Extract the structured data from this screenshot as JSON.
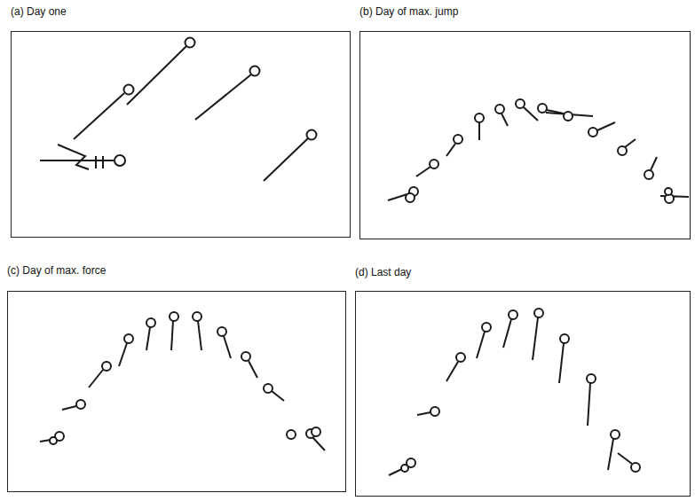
{
  "diagram": {
    "nodes": [
      {
        "text": [
          "(a) Day one"
        ]
      },
      {
        "text": [
          "(b) Day of max. jump"
        ]
      },
      {
        "text": [
          "(c) Day of max. force"
        ]
      },
      {
        "text": [
          "(d) Last day"
        ]
      }
    ]
  }
}
